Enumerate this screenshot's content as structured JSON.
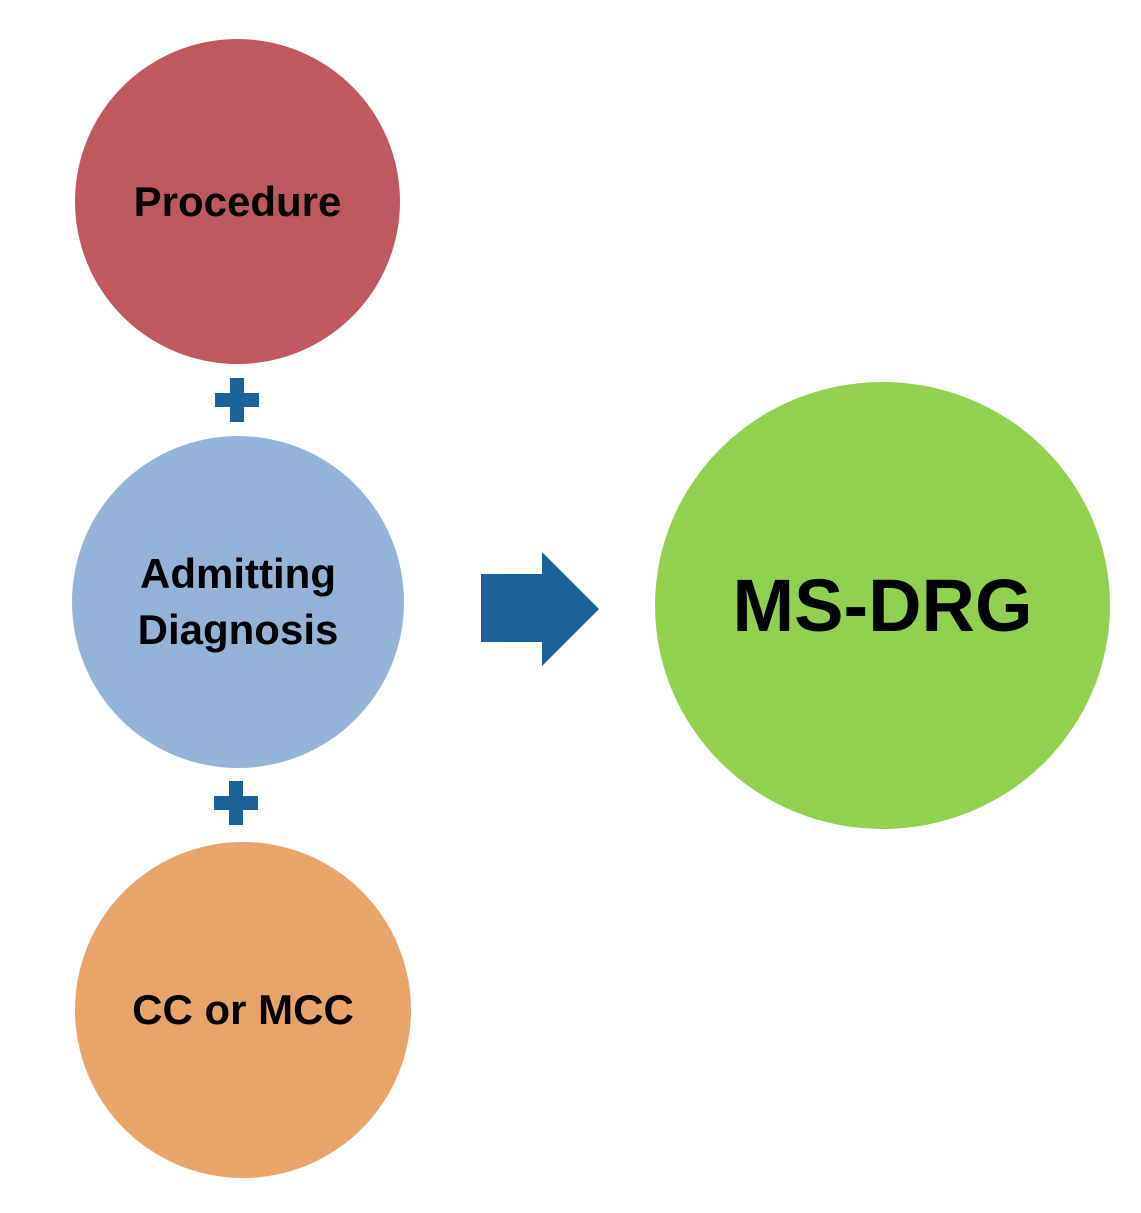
{
  "diagram": {
    "nodes": [
      {
        "id": "procedure",
        "label": "Procedure",
        "color": "#C0595F"
      },
      {
        "id": "admitting-diagnosis",
        "label": "Admitting\nDiagnosis",
        "color": "#95B3D7"
      },
      {
        "id": "cc-or-mcc",
        "label": "CC or MCC",
        "color": "#E9A46A"
      },
      {
        "id": "ms-drg",
        "label": "MS-DRG",
        "color": "#92D050"
      }
    ],
    "operators": [
      {
        "symbol": "+",
        "between": [
          "procedure",
          "admitting-diagnosis"
        ]
      },
      {
        "symbol": "+",
        "between": [
          "admitting-diagnosis",
          "cc-or-mcc"
        ]
      }
    ],
    "arrow": {
      "from": [
        "procedure",
        "admitting-diagnosis",
        "cc-or-mcc"
      ],
      "to": "ms-drg",
      "direction": "right"
    },
    "colors": {
      "operator": "#1B6298",
      "arrow": "#1B6298",
      "text": "#000000",
      "background": "#FFFFFF"
    }
  }
}
